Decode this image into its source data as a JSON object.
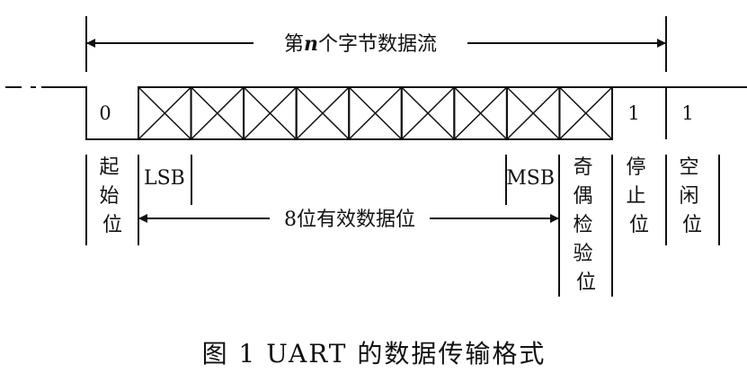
{
  "top_span": {
    "prefix": "第",
    "n": "n",
    "suffix": "个字节数据流"
  },
  "bits": {
    "start_value": "0",
    "stop_value": "1",
    "idle_value": "1",
    "data_bit_count": 8
  },
  "labels": {
    "start": [
      "起",
      "始",
      "位"
    ],
    "lsb": "LSB",
    "msb": "MSB",
    "parity": [
      "奇",
      "偶",
      "检",
      "验",
      "位"
    ],
    "stop": [
      "停",
      "止",
      "位"
    ],
    "idle": [
      "空",
      "闲",
      "位"
    ],
    "data_span": "8位有效数据位"
  },
  "caption": "图 1   UART 的数据传输格式"
}
